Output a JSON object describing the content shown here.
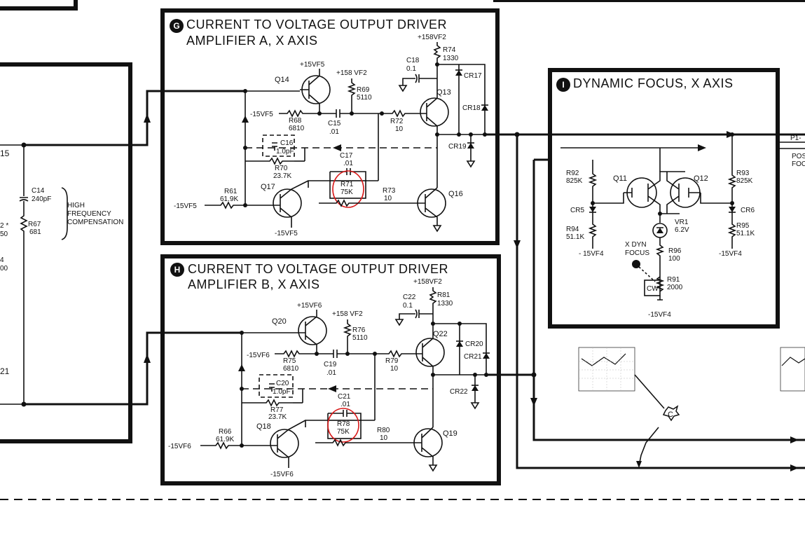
{
  "blocks": {
    "G": {
      "letter": "G",
      "title1": "CURRENT TO VOLTAGE OUTPUT DRIVER",
      "title2": "AMPLIFIER A, X AXIS"
    },
    "H": {
      "letter": "H",
      "title1": "CURRENT TO VOLTAGE OUTPUT DRIVER",
      "title2": "AMPLIFIER B, X AXIS"
    },
    "I": {
      "letter": "I",
      "title1": "DYNAMIC FOCUS, X AXIS"
    }
  },
  "amp_a": {
    "q14": "Q14",
    "q13": "Q13",
    "q16": "Q16",
    "q17": "Q17",
    "v15": "+15VF5",
    "v158a": "+158 VF2",
    "v158b": "+158VF2",
    "r74": "R74",
    "r74v": "1330",
    "c18": "C18",
    "c18v": "0.1",
    "r69": "R69",
    "r69v": "5110",
    "cr17": "CR17",
    "cr18": "CR18",
    "cr19": "CR19",
    "m15": "-15VF5",
    "r68": "R68",
    "r68v": "6810",
    "c15": "C15",
    "c15v": ".01",
    "r72": "R72",
    "r72v": "10",
    "c16": "C16",
    "c16v": "1.0pF",
    "c17": "C17",
    "c17v": ".01",
    "r70": "R70",
    "r70v": "23.7K",
    "r71": "R71",
    "r71v": "75K",
    "r73": "R73",
    "r73v": "10",
    "r61": "R61",
    "r61v": "61.9K",
    "m15b": "-15VF5",
    "m15c": "-15VF5"
  },
  "amp_b": {
    "q20": "Q20",
    "q22": "Q22",
    "q18": "Q18",
    "q19": "Q19",
    "v15": "+15VF6",
    "v158a": "+158 VF2",
    "v158b": "+158VF2",
    "r81": "R81",
    "r81v": "1330",
    "c22": "C22",
    "c22v": "0.1",
    "r76": "R76",
    "r76v": "5110",
    "cr20": "CR20",
    "cr21": "CR21",
    "cr22": "CR22",
    "m15": "-15VF6",
    "r75": "R75",
    "r75v": "6810",
    "c19": "C19",
    "c19v": ".01",
    "r79": "R79",
    "r79v": "10",
    "c20": "C20",
    "c20v": "1.0pF",
    "c21": "C21",
    "c21v": ".01",
    "r77": "R77",
    "r77v": "23.7K",
    "r78": "R78",
    "r78v": "75K",
    "r80": "R80",
    "r80v": "10",
    "r66": "R66",
    "r66v": "61.9K",
    "m15b": "-15VF6",
    "m15c": "-15VF6"
  },
  "focus": {
    "q11": "Q11",
    "q12": "Q12",
    "r92": "R92",
    "r92v": "825K",
    "r93": "R93",
    "r93v": "825K",
    "cr5": "CR5",
    "cr6": "CR6",
    "r94": "R94",
    "r94v": "51.1K",
    "r95": "R95",
    "r95v": "51.1K",
    "vr1": "VR1",
    "vr1v": "6.2V",
    "xdyn1": "X DYN",
    "xdyn2": "FOCUS",
    "r96": "R96",
    "r96v": "100",
    "r91": "R91",
    "r91v": "2000",
    "cw": "CW",
    "m15a": "- 15VF4",
    "m15b": "-15VF4",
    "m15c": "-15VF4"
  },
  "left": {
    "c14": "C14",
    "c14v": "240pF",
    "r67": "R67",
    "r67v": "681",
    "hf1": "HIGH",
    "hf2": "FREQUENCY",
    "hf3": "COMPENSATION",
    "p15": "15",
    "p2": "2 *",
    "p50": "50",
    "p4": "4",
    "p00": "00",
    "p21": "21"
  },
  "right": {
    "p1": "P1-",
    "pos": "POS",
    "foc": "FOC"
  },
  "waveform": {
    "marker": "C"
  }
}
